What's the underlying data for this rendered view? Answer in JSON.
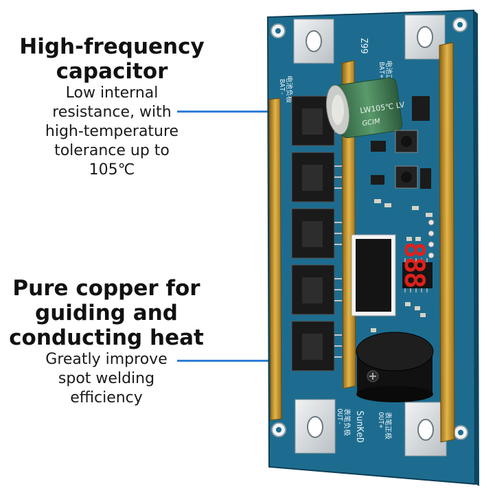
{
  "callouts": [
    {
      "title_lines": [
        "High-frequency",
        "capacitor"
      ],
      "desc_lines": [
        "Low internal",
        "resistance, with",
        "high-temperature",
        "tolerance up to",
        "105℃"
      ]
    },
    {
      "title_lines": [
        "Pure copper for",
        "guiding and",
        "conducting heat"
      ],
      "desc_lines": [
        "Greatly improve",
        "spot welding",
        "efficiency"
      ]
    }
  ],
  "board": {
    "model_label": "Z99",
    "brand_label": "SunKeD",
    "capacitor_text": "LW105℃ LV",
    "capacitor_text_2": "GCIM",
    "display_digits": "888",
    "pad_labels": [
      "BAT-",
      "电池负极",
      "BAT+",
      "电池正极",
      "OUT-",
      "表笔负极",
      "OUT+",
      "表笔正极"
    ],
    "colors": {
      "pcb": "#1c6a8c",
      "pcb_dark": "#0f4a66",
      "copper": "#c99a2e",
      "pad": "#d8dde0",
      "capacitor": "#3f7a52",
      "display_red": "#e0201c",
      "leader_line": "#2f7fd6"
    }
  }
}
